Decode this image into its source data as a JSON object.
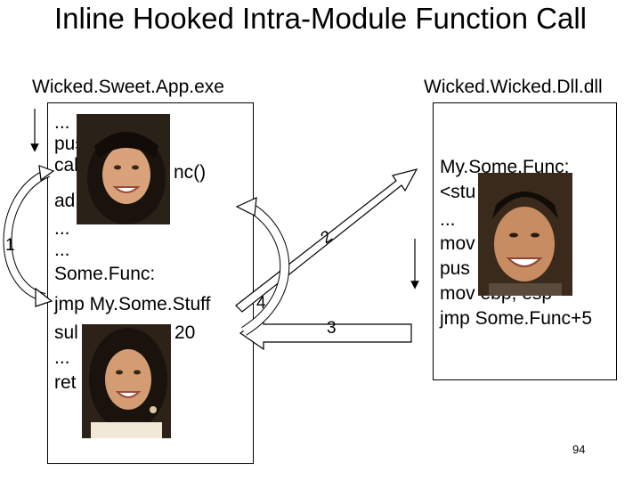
{
  "title": "Inline Hooked Intra-Module Function Call",
  "left_module": {
    "name": "Wicked.Sweet.App.exe",
    "code_lines": [
      "...",
      "pus",
      "cal",
      "nc()",
      "ad",
      "...",
      "...",
      "Some.Func:",
      "jmp My.Some.Stuff",
      "sul",
      "20",
      "...",
      "ret"
    ]
  },
  "right_module": {
    "name": "Wicked.Wicked.Dll.dll",
    "code_lines": [
      "My.Some.Func:",
      "<stu",
      "...",
      "mov",
      "pus",
      "mov ebp, esp",
      "jmp Some.Func+5"
    ]
  },
  "step_labels": [
    "1",
    "2",
    "3",
    "4"
  ],
  "page_number": "94",
  "photos": [
    "photo-woman-smiling",
    "photo-man-smiling",
    "photo-woman-earrings"
  ]
}
